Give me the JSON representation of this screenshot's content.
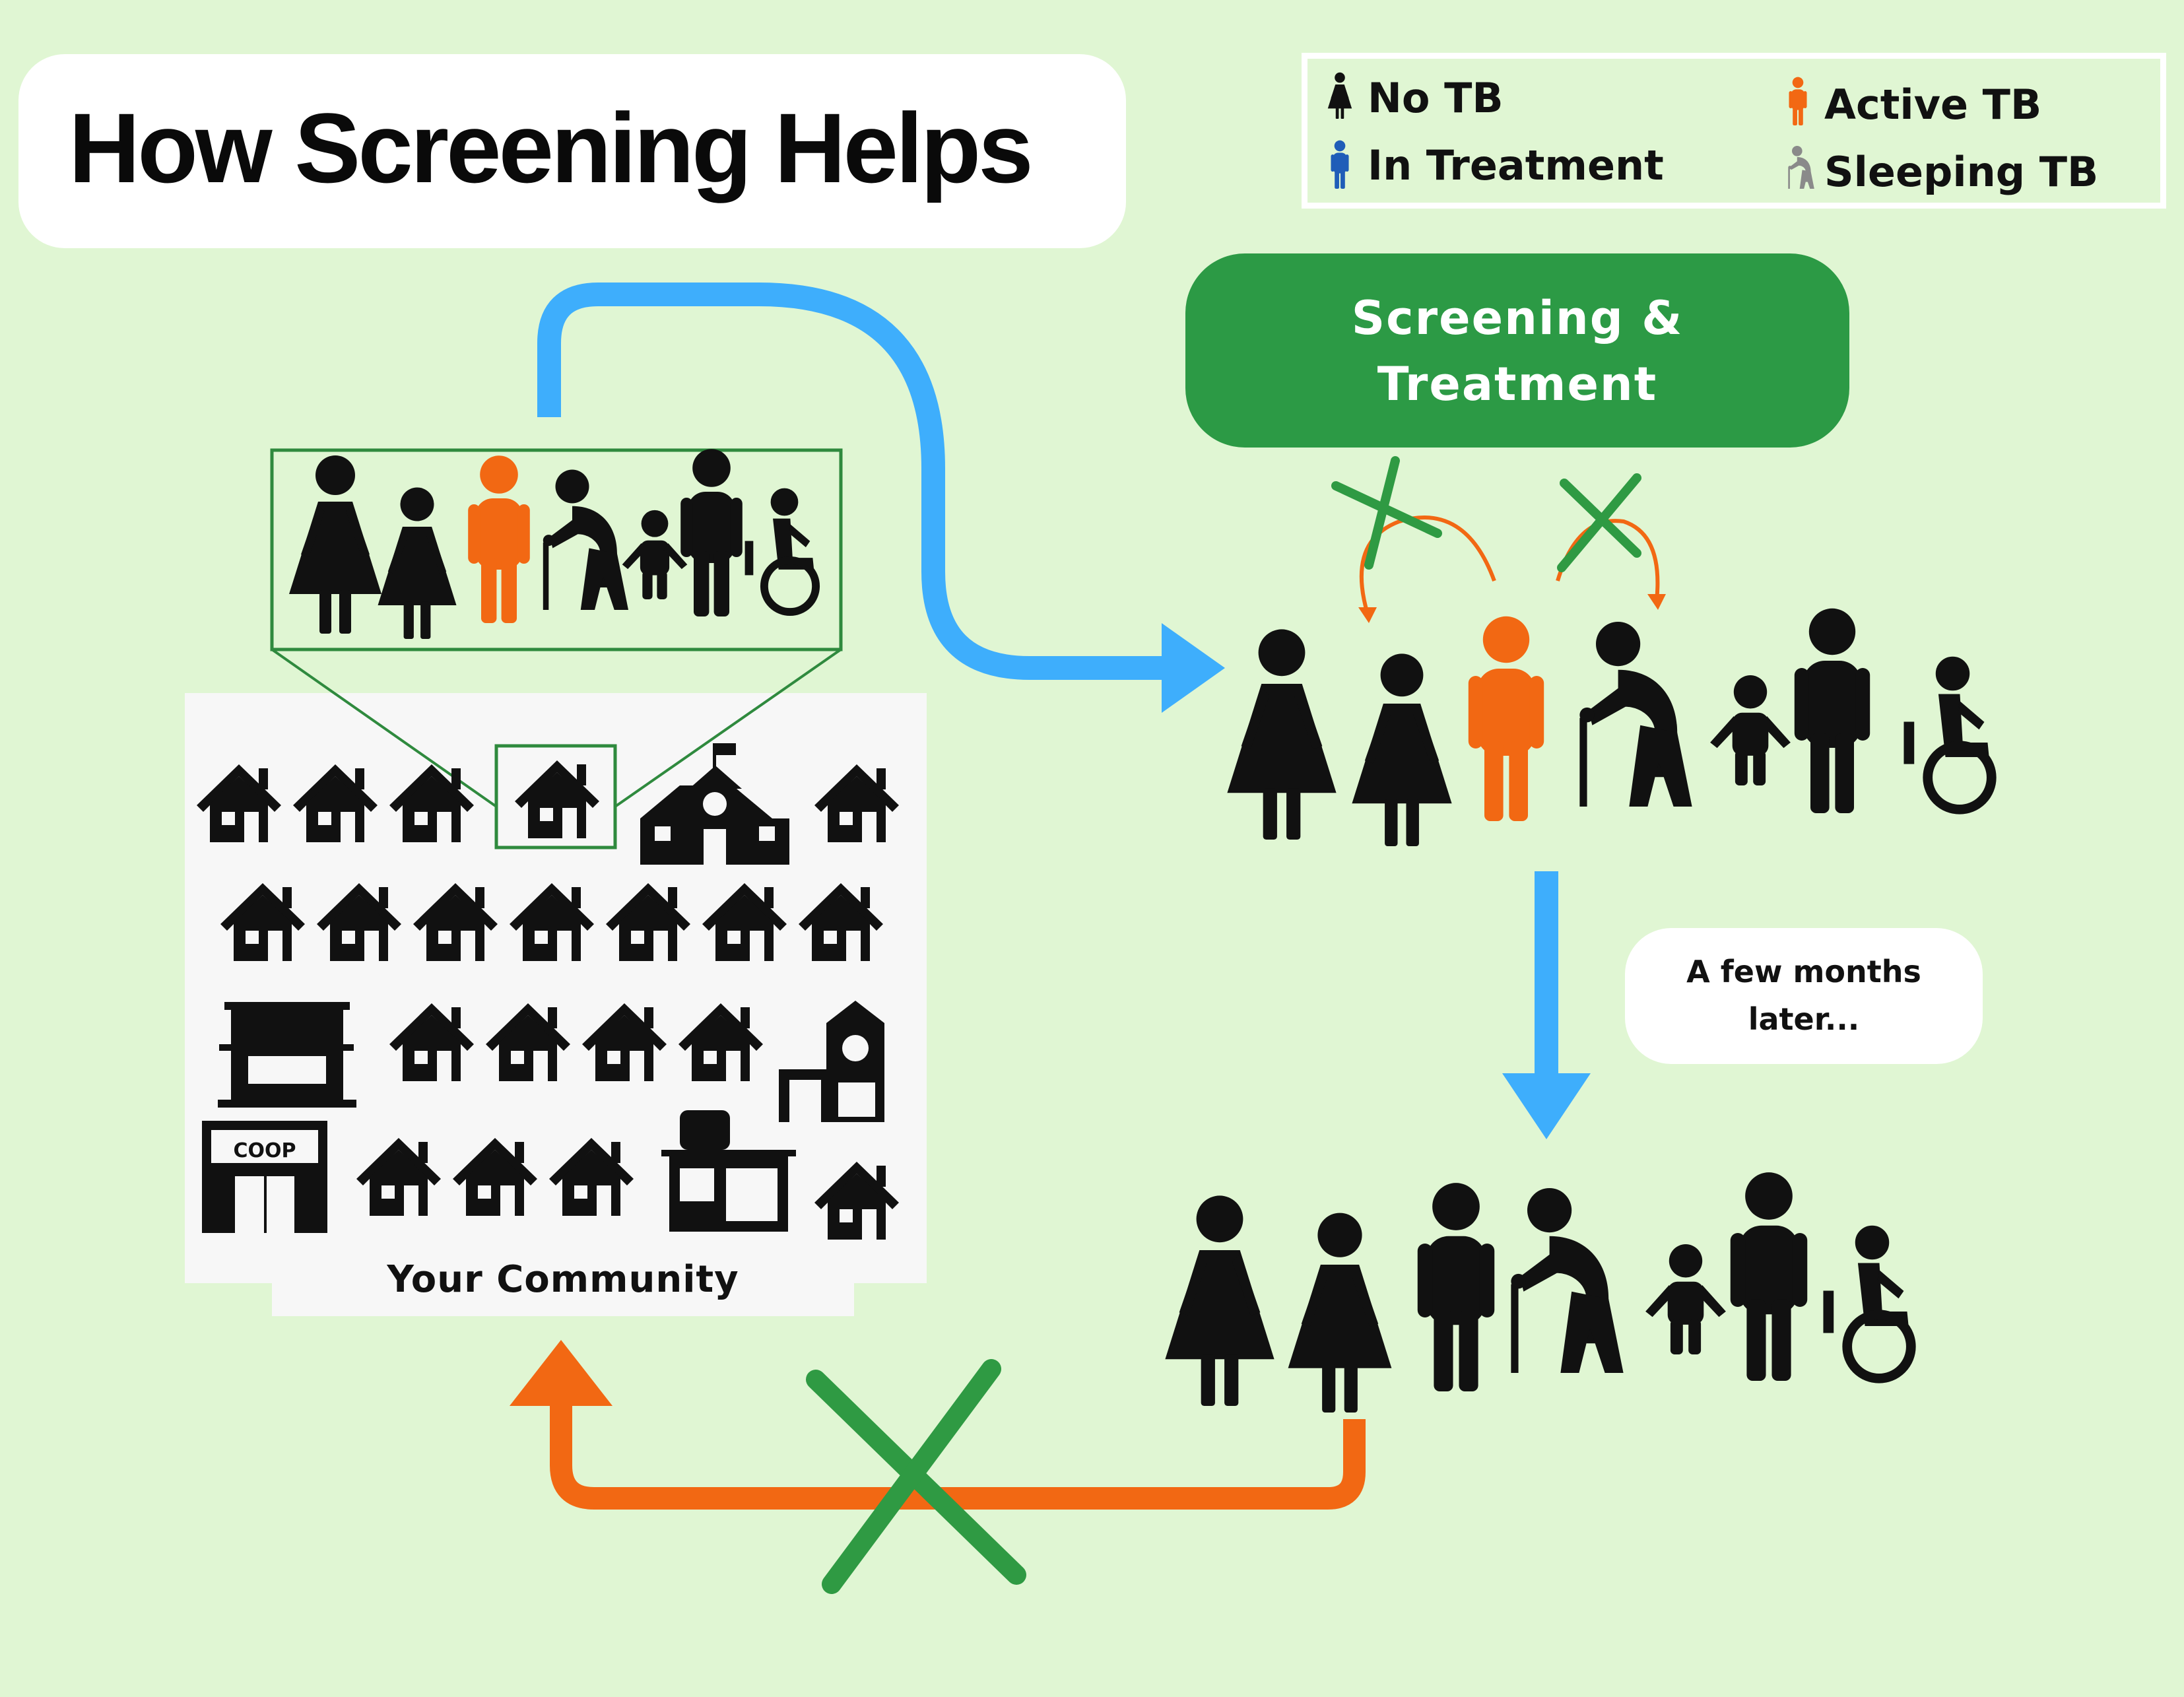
{
  "title": "How Screening Helps",
  "legend": {
    "items": [
      {
        "label": "No TB",
        "icon": "person-black-icon",
        "color": "#111111"
      },
      {
        "label": "In Treatment",
        "icon": "person-blue-icon",
        "color": "#1f5db8"
      },
      {
        "label": "Active TB",
        "icon": "person-orange-icon",
        "color": "#f26813"
      },
      {
        "label": "Sleeping TB",
        "icon": "person-grey-icon",
        "color": "#8a8a8a"
      }
    ]
  },
  "screening_box": {
    "line1": "Screening &",
    "line2": "Treatment"
  },
  "months_note": {
    "line1": "A few months",
    "line2": "later..."
  },
  "community": {
    "label": "Your Community",
    "coop_sign": "COOP"
  },
  "colors": {
    "background": "#e0f6d3",
    "blue_arrow": "#3eaefc",
    "orange_arrow": "#f26813",
    "green_x": "#2f9a43",
    "box_green": "#2c9a45",
    "active_tb": "#f26813",
    "no_tb": "#111111"
  }
}
